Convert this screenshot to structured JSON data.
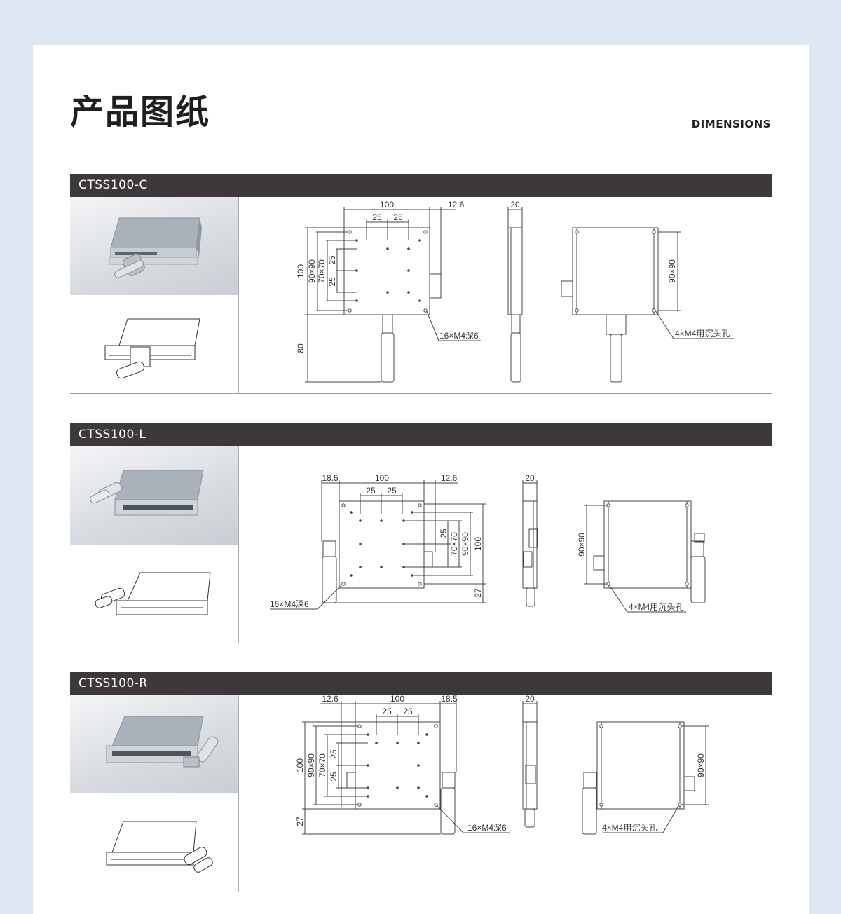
{
  "header": {
    "title": "产品图纸",
    "subtitle": "DIMENSIONS"
  },
  "colors": {
    "background": "#dde8f3",
    "card": "#ffffff",
    "section_bar": "#3d393a",
    "line": "#444444"
  },
  "sections": [
    {
      "name": "CTSS100-C",
      "dims": {
        "width": "100",
        "offset_right": "12.6",
        "pitch_a": "25",
        "pitch_b": "25",
        "side_width": "20",
        "height": "100",
        "hole_90": "90×90",
        "hole_70": "70×70",
        "v_pitch_a": "25",
        "v_pitch_b": "25",
        "drive": "80",
        "back_90": "90×90"
      },
      "notes": {
        "tapped": "16×M4深6",
        "counterbore": "4×M4用沉头孔"
      }
    },
    {
      "name": "CTSS100-L",
      "dims": {
        "offset_left": "18.5",
        "width": "100",
        "offset_right": "12.6",
        "pitch_a": "25",
        "pitch_b": "25",
        "side_width": "20",
        "v_pitch": "25",
        "hole_70": "70×70",
        "hole_90": "90×90",
        "height": "100",
        "drive": "27",
        "back_90": "90×90"
      },
      "notes": {
        "tapped": "16×M4深6",
        "counterbore": "4×M4用沉头孔"
      }
    },
    {
      "name": "CTSS100-R",
      "dims": {
        "offset_left": "12.6",
        "width": "100",
        "offset_right": "18.5",
        "pitch_a": "25",
        "pitch_b": "25",
        "side_width": "20",
        "height": "100",
        "hole_90": "90×90",
        "hole_70": "70×70",
        "v_pitch_a": "25",
        "v_pitch_b": "25",
        "drive": "27",
        "back_90": "90×90"
      },
      "notes": {
        "tapped": "16×M4深6",
        "counterbore": "4×M4用沉头孔"
      }
    }
  ]
}
